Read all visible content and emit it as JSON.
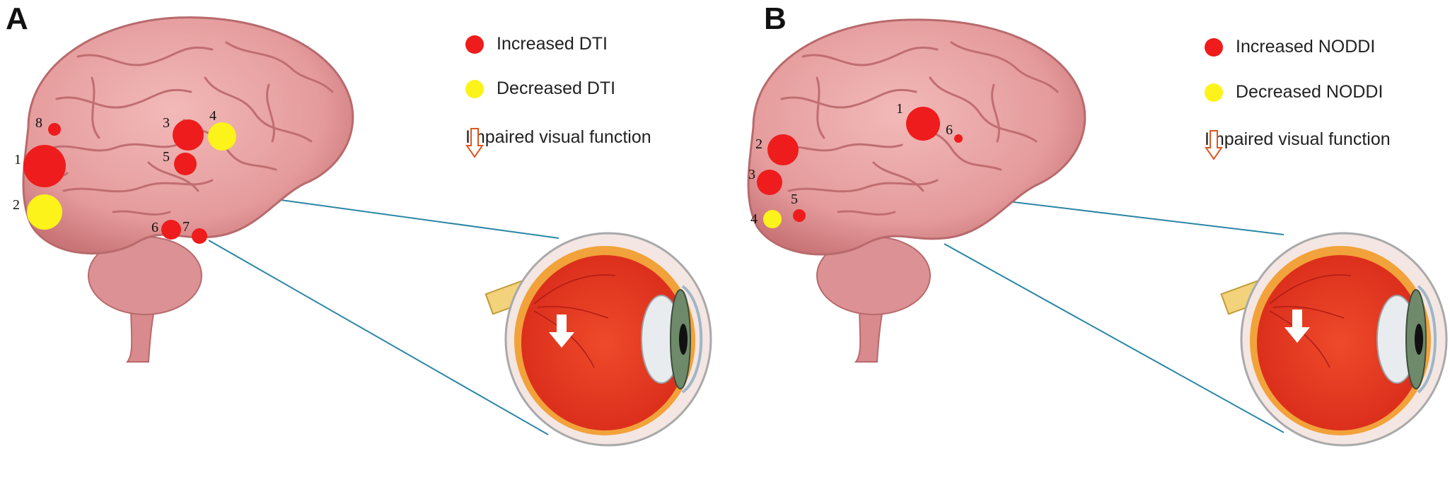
{
  "colors": {
    "increased": "#ee1c1c",
    "decreased": "#fbf31a",
    "brain": "#e9a3a4",
    "brain_dark": "#c97476",
    "eye_red": "#e8341f",
    "connector": "#2b86a6",
    "arrow_outline": "#e0561f"
  },
  "panels": [
    {
      "letter": "A",
      "legend": {
        "increased": "Increased DTI",
        "decreased": "Decreased DTI",
        "impaired": "Impaired visual function"
      },
      "markers": [
        {
          "label": "1",
          "type": "increased"
        },
        {
          "label": "2",
          "type": "decreased"
        },
        {
          "label": "3",
          "type": "increased"
        },
        {
          "label": "4",
          "type": "decreased"
        },
        {
          "label": "5",
          "type": "increased"
        },
        {
          "label": "6",
          "type": "increased"
        },
        {
          "label": "7",
          "type": "increased"
        },
        {
          "label": "8",
          "type": "increased"
        }
      ]
    },
    {
      "letter": "B",
      "legend": {
        "increased": "Increased NODDI",
        "decreased": "Decreased NODDI",
        "impaired": "Impaired visual function"
      },
      "markers": [
        {
          "label": "1",
          "type": "increased"
        },
        {
          "label": "2",
          "type": "increased"
        },
        {
          "label": "3",
          "type": "increased"
        },
        {
          "label": "4",
          "type": "decreased"
        },
        {
          "label": "5",
          "type": "increased"
        },
        {
          "label": "6",
          "type": "increased"
        }
      ]
    }
  ]
}
